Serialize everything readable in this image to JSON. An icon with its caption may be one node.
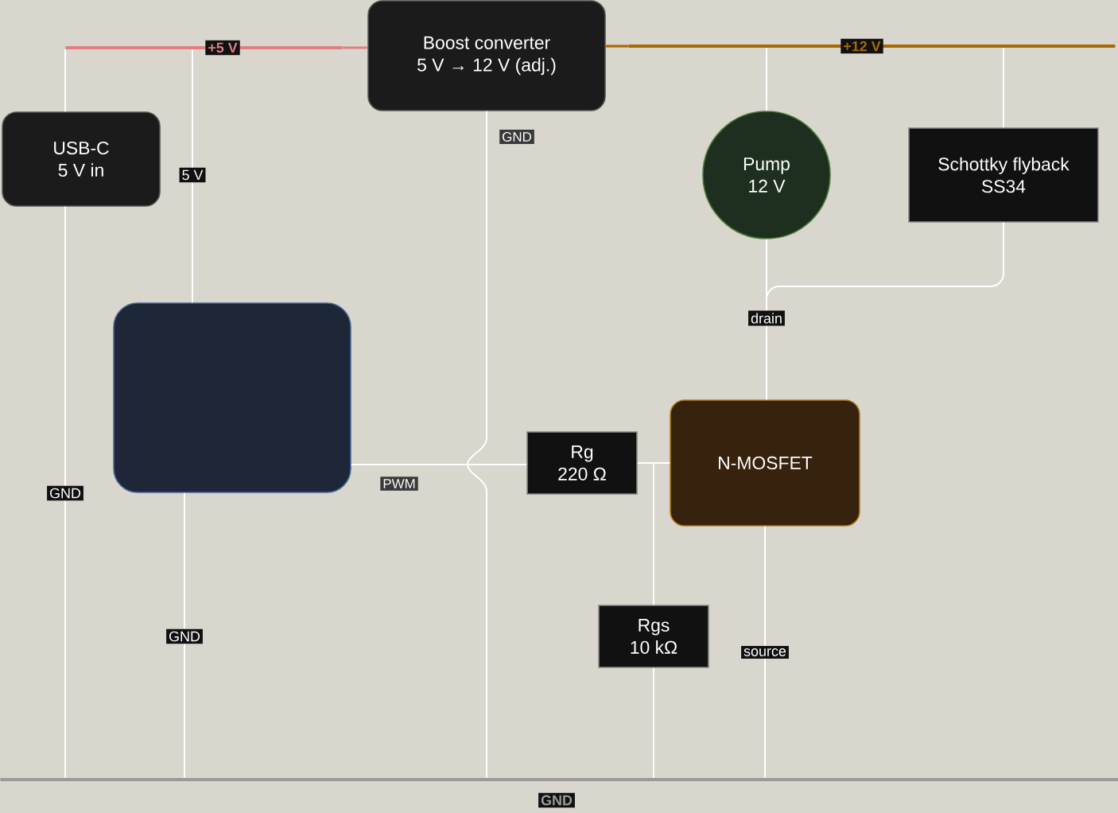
{
  "diagram": {
    "nodes": [
      {
        "text": [
          "Boost converter",
          "5 V → 12 V (adj.)"
        ]
      },
      {
        "text": [
          "USB-C",
          "5 V in"
        ]
      },
      {
        "text": [
          "Pump",
          "12 V"
        ]
      },
      {
        "text": [
          "Schottky flyback",
          "SS34"
        ]
      },
      {
        "text": [],
        "shape": "box"
      },
      {
        "text": [
          "Rg",
          "220 Ω"
        ]
      },
      {
        "text": [
          "N-MOSFET"
        ]
      },
      {
        "text": [
          "Rgs",
          "10 kΩ"
        ]
      },
      {
        "text": [
          "+5 V"
        ]
      },
      {
        "text": [
          "+12 V"
        ]
      },
      {
        "text": [
          "GND"
        ]
      }
    ],
    "edges": [
      {
        "from": 1,
        "to": 8,
        "arrow": "none"
      },
      {
        "from": 4,
        "to": 8,
        "arrow": "none",
        "label": "5 V"
      },
      {
        "from": 8,
        "to": 0,
        "arrow": "none",
        "color": "#e08080"
      },
      {
        "from": 0,
        "to": 9,
        "arrow": "none",
        "color": "#a86a00"
      },
      {
        "from": 2,
        "to": 9,
        "arrow": "none"
      },
      {
        "from": 3,
        "to": 9,
        "arrow": "none"
      },
      {
        "from": 2,
        "to": 6,
        "arrow": "none",
        "label": "drain"
      },
      {
        "from": 3,
        "to": 6,
        "arrow": "none"
      },
      {
        "from": 0,
        "to": 10,
        "arrow": "none",
        "label": "GND"
      },
      {
        "from": 4,
        "to": 5,
        "arrow": "none",
        "label": "PWM"
      },
      {
        "from": 5,
        "to": 6,
        "arrow": "none"
      },
      {
        "from": 7,
        "to": 6,
        "arrow": "none"
      },
      {
        "from": 7,
        "to": 10,
        "arrow": "none"
      },
      {
        "from": 6,
        "to": 10,
        "arrow": "none",
        "label": "source"
      },
      {
        "from": 4,
        "to": 10,
        "arrow": "none",
        "label": "GND"
      },
      {
        "from": 1,
        "to": 10,
        "arrow": "none",
        "label": "GND"
      }
    ]
  }
}
